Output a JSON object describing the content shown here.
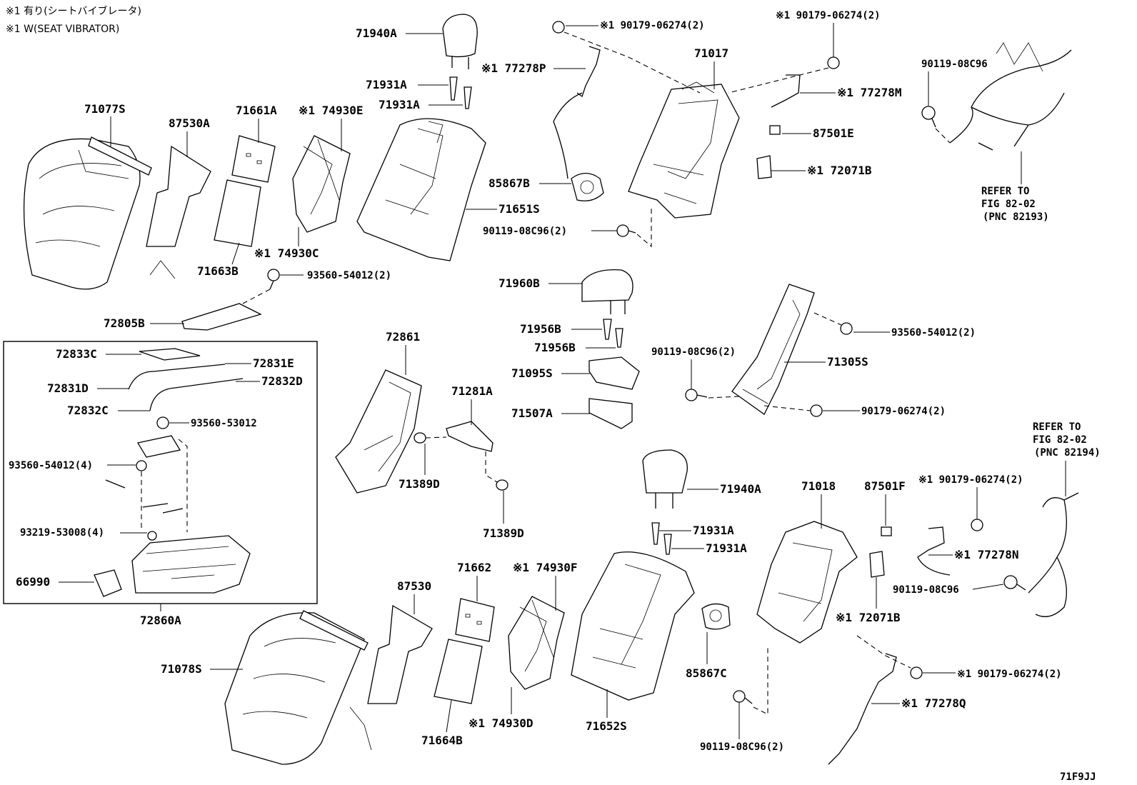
{
  "notes": {
    "line1": "※1 有り(シートバイブレータ)",
    "line2": "※1 W(SEAT VIBRATOR)"
  },
  "labels": {
    "p71940A_top": "71940A",
    "p71931A_1": "71931A",
    "p71931A_2": "71931A",
    "p71077S": "71077S",
    "p87530A": "87530A",
    "p71661A": "71661A",
    "p74930E": "※1 74930E",
    "p77278P": "※1 77278P",
    "p190179_top": "※1 90179-06274(2)",
    "p190179_topright": "※1 90179-06274(2)",
    "p71017": "71017",
    "p77278M": "※1 77278M",
    "p87501E": "87501E",
    "p72071B_top": "※1 72071B",
    "p90119_top_right": "90119-08C96",
    "refer1_a": "REFER TO",
    "refer1_b": "FIG 82-02",
    "refer1_c": "(PNC 82193)",
    "p85867B": "85867B",
    "p71651S": "71651S",
    "p90119_2_top": "90119-08C96(2)",
    "p74930C": "※1 74930C",
    "p71663B": "71663B",
    "p93560_54012_2a": "93560-54012(2)",
    "p72805B": "72805B",
    "p71960B": "71960B",
    "p71956B_1": "71956B",
    "p71956B_2": "71956B",
    "p71095S": "71095S",
    "p71507A": "71507A",
    "p72861": "72861",
    "p71281A": "71281A",
    "p71389D_1": "71389D",
    "p71389D_2": "71389D",
    "p93560_54012_2b": "93560-54012(2)",
    "p90119_2_mid": "90119-08C96(2)",
    "p71305S": "71305S",
    "p90179_mid": "90179-06274(2)",
    "p72833C": "72833C",
    "p72831E": "72831E",
    "p72831D": "72831D",
    "p72832D": "72832D",
    "p72832C": "72832C",
    "p93560_53012": "93560-53012",
    "p93560_54012_4": "93560-54012(4)",
    "p93219": "93219-53008(4)",
    "p66990": "66990",
    "p72860A": "72860A",
    "refer2_a": "REFER TO",
    "refer2_b": "FIG 82-02",
    "refer2_c": "(PNC 82194)",
    "p71940A_bot": "71940A",
    "p71931A_3": "71931A",
    "p71931A_4": "71931A",
    "p71018": "71018",
    "p87501F": "87501F",
    "p190179_mid2": "※1 90179-06274(2)",
    "p77278N": "※1 77278N",
    "p90119_bot_right": "90119-08C96",
    "p72071B_bot": "※1 72071B",
    "p190179_bot": "※1 90179-06274(2)",
    "p77278Q": "※1 77278Q",
    "p87530": "87530",
    "p71662": "71662",
    "p74930F": "※1 74930F",
    "p71078S": "71078S",
    "p71664B": "71664B",
    "p74930D": "※1 74930D",
    "p71652S": "71652S",
    "p85867C": "85867C",
    "p90119_2_bot": "90119-08C96(2)",
    "code": "71F9JJ"
  }
}
